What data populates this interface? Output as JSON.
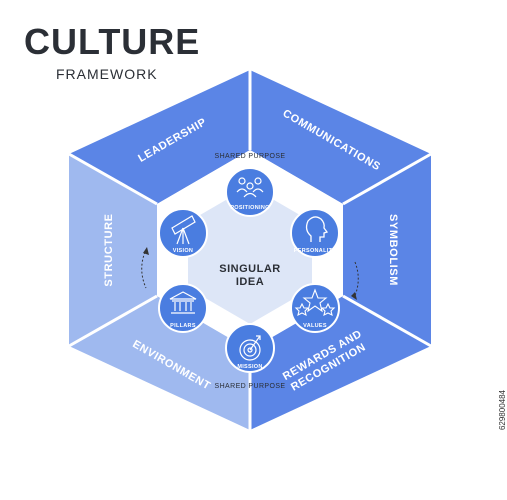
{
  "title": "CULTURE",
  "subtitle": "FRAMEWORK",
  "segments": {
    "leadership": "LEADERSHIP",
    "communications": "COMMUNICATIONS",
    "symbolism": "SYMBOLISM",
    "rewards_line1": "REWARDS AND",
    "rewards_line2": "RECOGNITION",
    "environment": "ENVIRONMENT",
    "structure": "STRUCTURE"
  },
  "shared_purpose_top": "SHARED PURPOSE",
  "shared_purpose_bottom": "SHARED PURPOSE",
  "center": {
    "line1": "SINGULAR",
    "line2": "IDEA"
  },
  "circles": {
    "positioning": "POSITIONING",
    "personality": "PERSONALITY",
    "values": "VALUES",
    "mission": "MISSION",
    "pillars": "PILLARS",
    "vision": "VISION"
  },
  "icons": [
    "people-icon",
    "head-profile-icon",
    "stars-icon",
    "target-icon",
    "temple-icon",
    "telescope-icon"
  ],
  "colors": {
    "dark_segment": "#5b85e6",
    "light_segment": "#9fb9ef",
    "circle": "#4a7de0",
    "inner_hex": "#dde6f7",
    "ring": "#ffffff"
  },
  "watermark": "629800484"
}
